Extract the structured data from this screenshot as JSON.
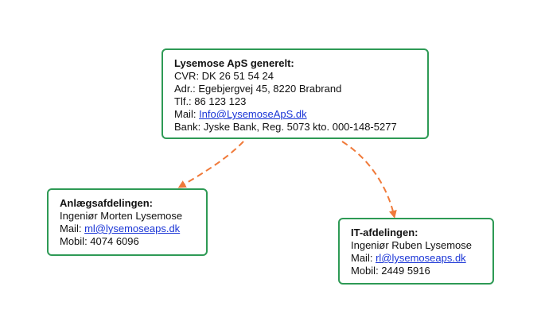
{
  "main": {
    "title": "Lysemose ApS generelt:",
    "cvr": "CVR: DK 26 51 54 24",
    "address": "Adr.: Egebjergvej 45, 8220 Brabrand",
    "phone": "Tlf.: 86 123 123",
    "mail_label": "Mail: ",
    "mail_link": "Info@LysemoseApS.dk",
    "bank": "Bank: Jyske Bank, Reg. 5073 kto. 000-148-5277"
  },
  "left_dept": {
    "title": "Anlægsafdelingen:",
    "person": "Ingeniør Morten Lysemose",
    "mail_label": "Mail: ",
    "mail_link": "ml@lysemoseaps.dk",
    "mobile": "Mobil: 4074 6096"
  },
  "right_dept": {
    "title": "IT-afdelingen:",
    "person": "Ingeniør Ruben Lysemose",
    "mail_label": "Mail: ",
    "mail_link": "rl@lysemoseaps.dk",
    "mobile": "Mobil: 2449 5916"
  },
  "colors": {
    "box_border": "#2e9a55",
    "arrow": "#f07a3a",
    "link": "#1a35d6"
  }
}
